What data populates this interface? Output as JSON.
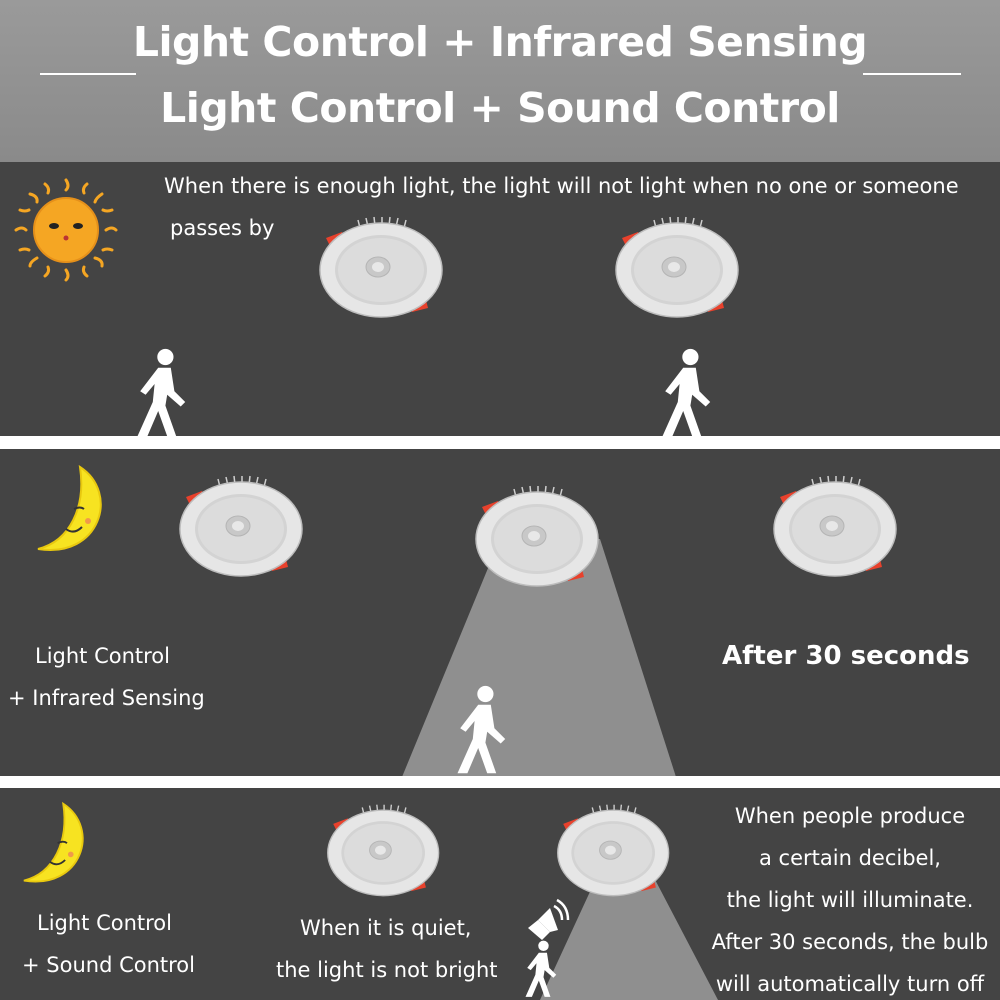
{
  "header": {
    "title_line1": "Light Control + Infrared Sensing",
    "title_line2": "Light Control + Sound Control"
  },
  "panel1": {
    "description_line1": "When there is enough light, the light will not light when no one or someone",
    "description_line2": "passes by",
    "icon": "sun-icon"
  },
  "panel2": {
    "mode_line1": "Light Control",
    "mode_line2": "+ Infrared Sensing",
    "after_label": "After 30 seconds",
    "icon": "moon-icon"
  },
  "panel3": {
    "mode_line1": "Light Control",
    "mode_line2": "+ Sound Control",
    "quiet_line1": "When it is quiet,",
    "quiet_line2": "the light is not bright",
    "desc_line1": "When people produce",
    "desc_line2": "a certain decibel,",
    "desc_line3": "the light will illuminate.",
    "desc_line4": "After 30 seconds, the bulb",
    "desc_line5": "will automatically turn off",
    "icon": "moon-icon"
  },
  "colors": {
    "panel_bg": "#444444",
    "header_bg": "#8f8f8f",
    "text": "#ffffff",
    "sun": "#f5a623",
    "moon": "#f7e321",
    "clip_red": "#e8412c"
  }
}
